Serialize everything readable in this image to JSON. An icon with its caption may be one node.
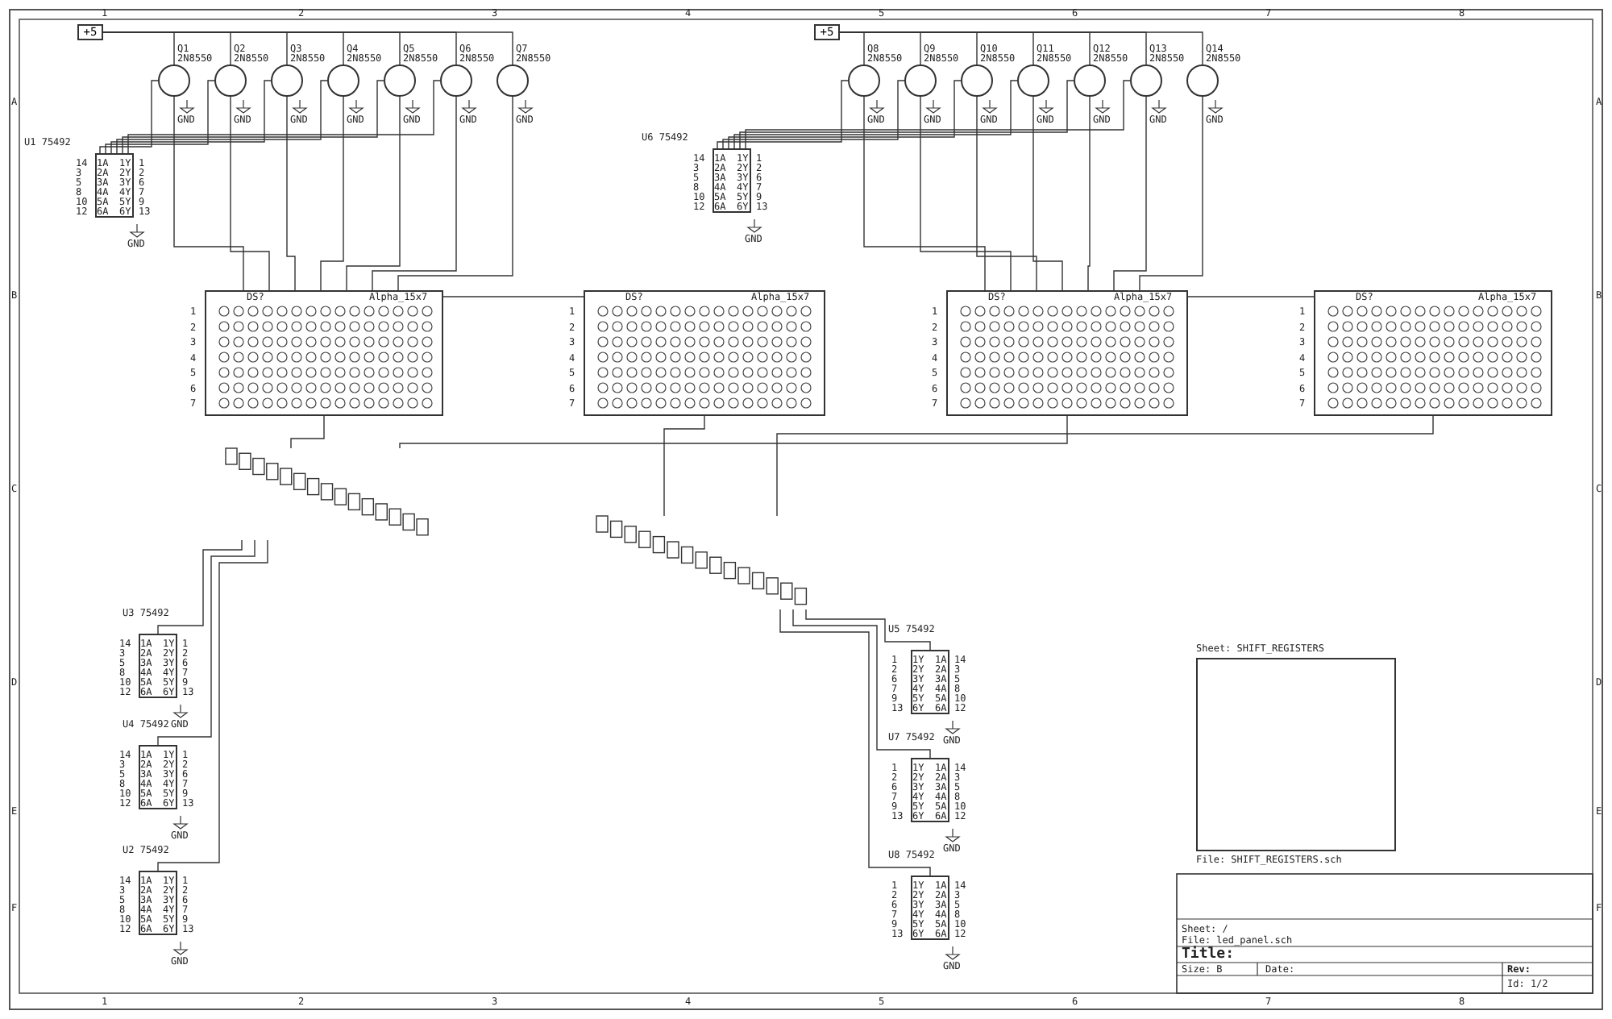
{
  "diagram": {
    "nodes": [
      {
        "text": [
          "+5"
        ]
      },
      {
        "text": [
          "Q1",
          "2N8550"
        ]
      },
      {
        "text": [
          "Q2",
          "2N8550"
        ]
      },
      {
        "text": [
          "Q3",
          "2N8550"
        ]
      },
      {
        "text": [
          "Q4",
          "2N8550"
        ]
      },
      {
        "text": [
          "Q5",
          "2N8550"
        ]
      },
      {
        "text": [
          "Q6",
          "2N8550"
        ]
      },
      {
        "text": [
          "Q7",
          "2N8550"
        ]
      },
      {
        "text": [
          "+5"
        ]
      },
      {
        "text": [
          "Q8",
          "2N8550"
        ]
      },
      {
        "text": [
          "Q9",
          "2N8550"
        ]
      },
      {
        "text": [
          "Q10",
          "2N8550"
        ]
      },
      {
        "text": [
          "Q11",
          "2N8550"
        ]
      },
      {
        "text": [
          "Q12",
          "2N8550"
        ]
      },
      {
        "text": [
          "Q13",
          "2N8550"
        ]
      },
      {
        "text": [
          "Q14",
          "2N8550"
        ]
      },
      {
        "text": [
          "U1",
          "75492"
        ]
      },
      {
        "text": [
          "U6",
          "75492"
        ]
      },
      {
        "text": [
          "DS?",
          "Alpha_15x7"
        ]
      },
      {
        "text": [
          "DS?",
          "Alpha_15x7"
        ]
      },
      {
        "text": [
          "DS?",
          "Alpha_15x7"
        ]
      },
      {
        "text": [
          "DS?",
          "Alpha_15x7"
        ]
      },
      {
        "text": [],
        "shape": "box"
      },
      {
        "text": [],
        "shape": "box"
      },
      {
        "text": [
          "U3",
          "75492"
        ]
      },
      {
        "text": [
          "U4",
          "75492"
        ]
      },
      {
        "text": [
          "U2",
          "75492"
        ]
      },
      {
        "text": [
          "U5",
          "75492"
        ]
      },
      {
        "text": [
          "U7",
          "75492"
        ]
      },
      {
        "text": [
          "U8",
          "75492"
        ]
      },
      {
        "text": [
          "Sheet: SHIFT_REGISTERS",
          "File: SHIFT_REGISTERS.sch"
        ]
      }
    ],
    "edges": [
      {
        "from": 0,
        "to": 1,
        "arrow": "none"
      },
      {
        "from": 0,
        "to": 2,
        "arrow": "none"
      },
      {
        "from": 0,
        "to": 3,
        "arrow": "none"
      },
      {
        "from": 0,
        "to": 4,
        "arrow": "none"
      },
      {
        "from": 0,
        "to": 5,
        "arrow": "none"
      },
      {
        "from": 0,
        "to": 6,
        "arrow": "none"
      },
      {
        "from": 0,
        "to": 7,
        "arrow": "none"
      },
      {
        "from": 8,
        "to": 9,
        "arrow": "none"
      },
      {
        "from": 8,
        "to": 10,
        "arrow": "none"
      },
      {
        "from": 8,
        "to": 11,
        "arrow": "none"
      },
      {
        "from": 8,
        "to": 12,
        "arrow": "none"
      },
      {
        "from": 8,
        "to": 13,
        "arrow": "none"
      },
      {
        "from": 8,
        "to": 14,
        "arrow": "none"
      },
      {
        "from": 8,
        "to": 15,
        "arrow": "none"
      },
      {
        "from": 16,
        "to": 1,
        "arrow": "none"
      },
      {
        "from": 16,
        "to": 2,
        "arrow": "none"
      },
      {
        "from": 16,
        "to": 3,
        "arrow": "none"
      },
      {
        "from": 16,
        "to": 4,
        "arrow": "none"
      },
      {
        "from": 16,
        "to": 5,
        "arrow": "none"
      },
      {
        "from": 16,
        "to": 6,
        "arrow": "none"
      },
      {
        "from": 17,
        "to": 9,
        "arrow": "none"
      },
      {
        "from": 17,
        "to": 10,
        "arrow": "none"
      },
      {
        "from": 17,
        "to": 11,
        "arrow": "none"
      },
      {
        "from": 17,
        "to": 12,
        "arrow": "none"
      },
      {
        "from": 17,
        "to": 13,
        "arrow": "none"
      },
      {
        "from": 17,
        "to": 14,
        "arrow": "none"
      },
      {
        "from": 1,
        "to": 18,
        "arrow": "none"
      },
      {
        "from": 2,
        "to": 18,
        "arrow": "none"
      },
      {
        "from": 3,
        "to": 18,
        "arrow": "none"
      },
      {
        "from": 4,
        "to": 18,
        "arrow": "none"
      },
      {
        "from": 5,
        "to": 18,
        "arrow": "none"
      },
      {
        "from": 6,
        "to": 18,
        "arrow": "none"
      },
      {
        "from": 7,
        "to": 18,
        "arrow": "none"
      },
      {
        "from": 9,
        "to": 20,
        "arrow": "none"
      },
      {
        "from": 10,
        "to": 20,
        "arrow": "none"
      },
      {
        "from": 11,
        "to": 20,
        "arrow": "none"
      },
      {
        "from": 12,
        "to": 20,
        "arrow": "none"
      },
      {
        "from": 13,
        "to": 20,
        "arrow": "none"
      },
      {
        "from": 14,
        "to": 20,
        "arrow": "none"
      },
      {
        "from": 15,
        "to": 20,
        "arrow": "none"
      },
      {
        "from": 18,
        "to": 19,
        "arrow": "none"
      },
      {
        "from": 20,
        "to": 21,
        "arrow": "none"
      },
      {
        "from": 18,
        "to": 22,
        "arrow": "none"
      },
      {
        "from": 20,
        "to": 22,
        "arrow": "none"
      },
      {
        "from": 19,
        "to": 23,
        "arrow": "none"
      },
      {
        "from": 21,
        "to": 23,
        "arrow": "none"
      },
      {
        "from": 22,
        "to": 24,
        "arrow": "none"
      },
      {
        "from": 22,
        "to": 25,
        "arrow": "none"
      },
      {
        "from": 22,
        "to": 26,
        "arrow": "none"
      },
      {
        "from": 23,
        "to": 27,
        "arrow": "none"
      },
      {
        "from": 23,
        "to": 28,
        "arrow": "none"
      },
      {
        "from": 23,
        "to": 29,
        "arrow": "none"
      }
    ],
    "labels": [
      "14",
      "3",
      "5",
      "8",
      "10",
      "12",
      "1A",
      "2A",
      "3A",
      "4A",
      "5A",
      "6A",
      "1Y",
      "2Y",
      "3Y",
      "4Y",
      "5Y",
      "6Y",
      "1",
      "2",
      "6",
      "7",
      "9",
      "13",
      "14",
      "3",
      "5",
      "8",
      "10",
      "12",
      "1A",
      "2A",
      "3A",
      "4A",
      "5A",
      "6A",
      "1Y",
      "2Y",
      "3Y",
      "4Y",
      "5Y",
      "6Y",
      "1",
      "2",
      "6",
      "7",
      "9",
      "13",
      "14",
      "3",
      "5",
      "8",
      "10",
      "12",
      "1A",
      "2A",
      "3A",
      "4A",
      "5A",
      "6A",
      "1Y",
      "2Y",
      "3Y",
      "4Y",
      "5Y",
      "6Y",
      "1",
      "2",
      "6",
      "7",
      "9",
      "13",
      "14",
      "3",
      "5",
      "8",
      "10",
      "12",
      "1A",
      "2A",
      "3A",
      "4A",
      "5A",
      "6A",
      "1Y",
      "2Y",
      "3Y",
      "4Y",
      "5Y",
      "6Y",
      "1",
      "2",
      "6",
      "7",
      "9",
      "13",
      "14",
      "3",
      "5",
      "8",
      "10",
      "12",
      "1A",
      "2A",
      "3A",
      "4A",
      "5A",
      "6A",
      "1Y",
      "2Y",
      "3Y",
      "4Y",
      "5Y",
      "6Y",
      "1",
      "2",
      "6",
      "7",
      "9",
      "13",
      "14",
      "3",
      "5",
      "8",
      "10",
      "12",
      "1A",
      "2A",
      "3A",
      "4A",
      "5A",
      "6A",
      "1Y",
      "2Y",
      "3Y",
      "4Y",
      "5Y",
      "6Y",
      "1",
      "2",
      "6",
      "7",
      "9",
      "13",
      "14",
      "3",
      "5",
      "8",
      "10",
      "12",
      "1A",
      "2A",
      "3A",
      "4A",
      "5A",
      "6A",
      "1Y",
      "2Y",
      "3Y",
      "4Y",
      "5Y",
      "6Y",
      "1",
      "2",
      "6",
      "7",
      "9",
      "13",
      "14",
      "3",
      "5",
      "8",
      "10",
      "12",
      "1A",
      "2A",
      "3A",
      "4A",
      "5A",
      "6A",
      "1Y",
      "2Y",
      "3Y",
      "4Y",
      "5Y",
      "6Y",
      "1",
      "2",
      "6",
      "7",
      "9",
      "13",
      "GND",
      "GND",
      "GND",
      "GND",
      "GND",
      "GND",
      "GND",
      "GND",
      "GND",
      "GND",
      "GND",
      "GND",
      "GND",
      "GND",
      "GND",
      "GND",
      "GND",
      "GND",
      "GND",
      "GND",
      "GND",
      "GND",
      "1",
      "2",
      "3",
      "4",
      "5",
      "6",
      "7",
      "1",
      "2",
      "3",
      "4",
      "5",
      "6",
      "7",
      "1",
      "2",
      "3",
      "4",
      "5",
      "6",
      "7",
      "1",
      "2",
      "3",
      "4",
      "5",
      "6",
      "7",
      "1",
      "2",
      "3",
      "4",
      "5",
      "6",
      "7",
      "8",
      "1",
      "2",
      "3",
      "4",
      "5",
      "6",
      "7",
      "8",
      "A",
      "B",
      "C",
      "D",
      "E",
      "F",
      "A",
      "B",
      "C",
      "D",
      "E",
      "F",
      "Sheet: /",
      "File: led_panel.sch",
      "Title:",
      "Size: B",
      "Date:",
      "Rev:",
      "Id: 1/2"
    ]
  }
}
